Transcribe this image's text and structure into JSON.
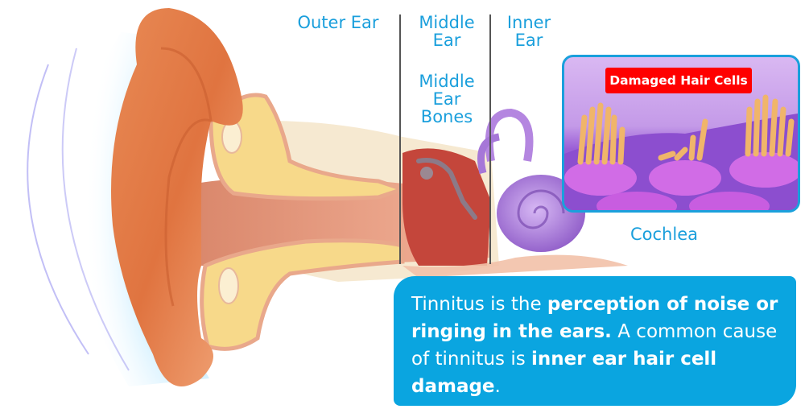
{
  "labels": {
    "outer_ear": "Outer Ear",
    "middle_ear": [
      "Middle",
      "Ear"
    ],
    "inner_ear": [
      "Inner",
      "Ear"
    ],
    "middle_ear_bones": [
      "Middle",
      "Ear",
      "Bones"
    ],
    "cochlea": "Cochlea"
  },
  "inset": {
    "badge": "Damaged Hair Cells",
    "badge_color": "#ff0000",
    "border_color": "#1aa0dc"
  },
  "info_box": {
    "bg_color": "#0aa5e0",
    "segments": [
      {
        "text": "Tinnitus is the ",
        "bold": false
      },
      {
        "text": "perception of noise or ringing in the ears.",
        "bold": true
      },
      {
        "text": " A common cause of tinnitus is ",
        "bold": false
      },
      {
        "text": "inner ear hair cell damage",
        "bold": true
      },
      {
        "text": ".",
        "bold": false
      }
    ]
  },
  "colors": {
    "label_blue": "#1a9fdc",
    "ear_skin": "#e07a45",
    "cochlea_purple": "#a77ad8"
  }
}
